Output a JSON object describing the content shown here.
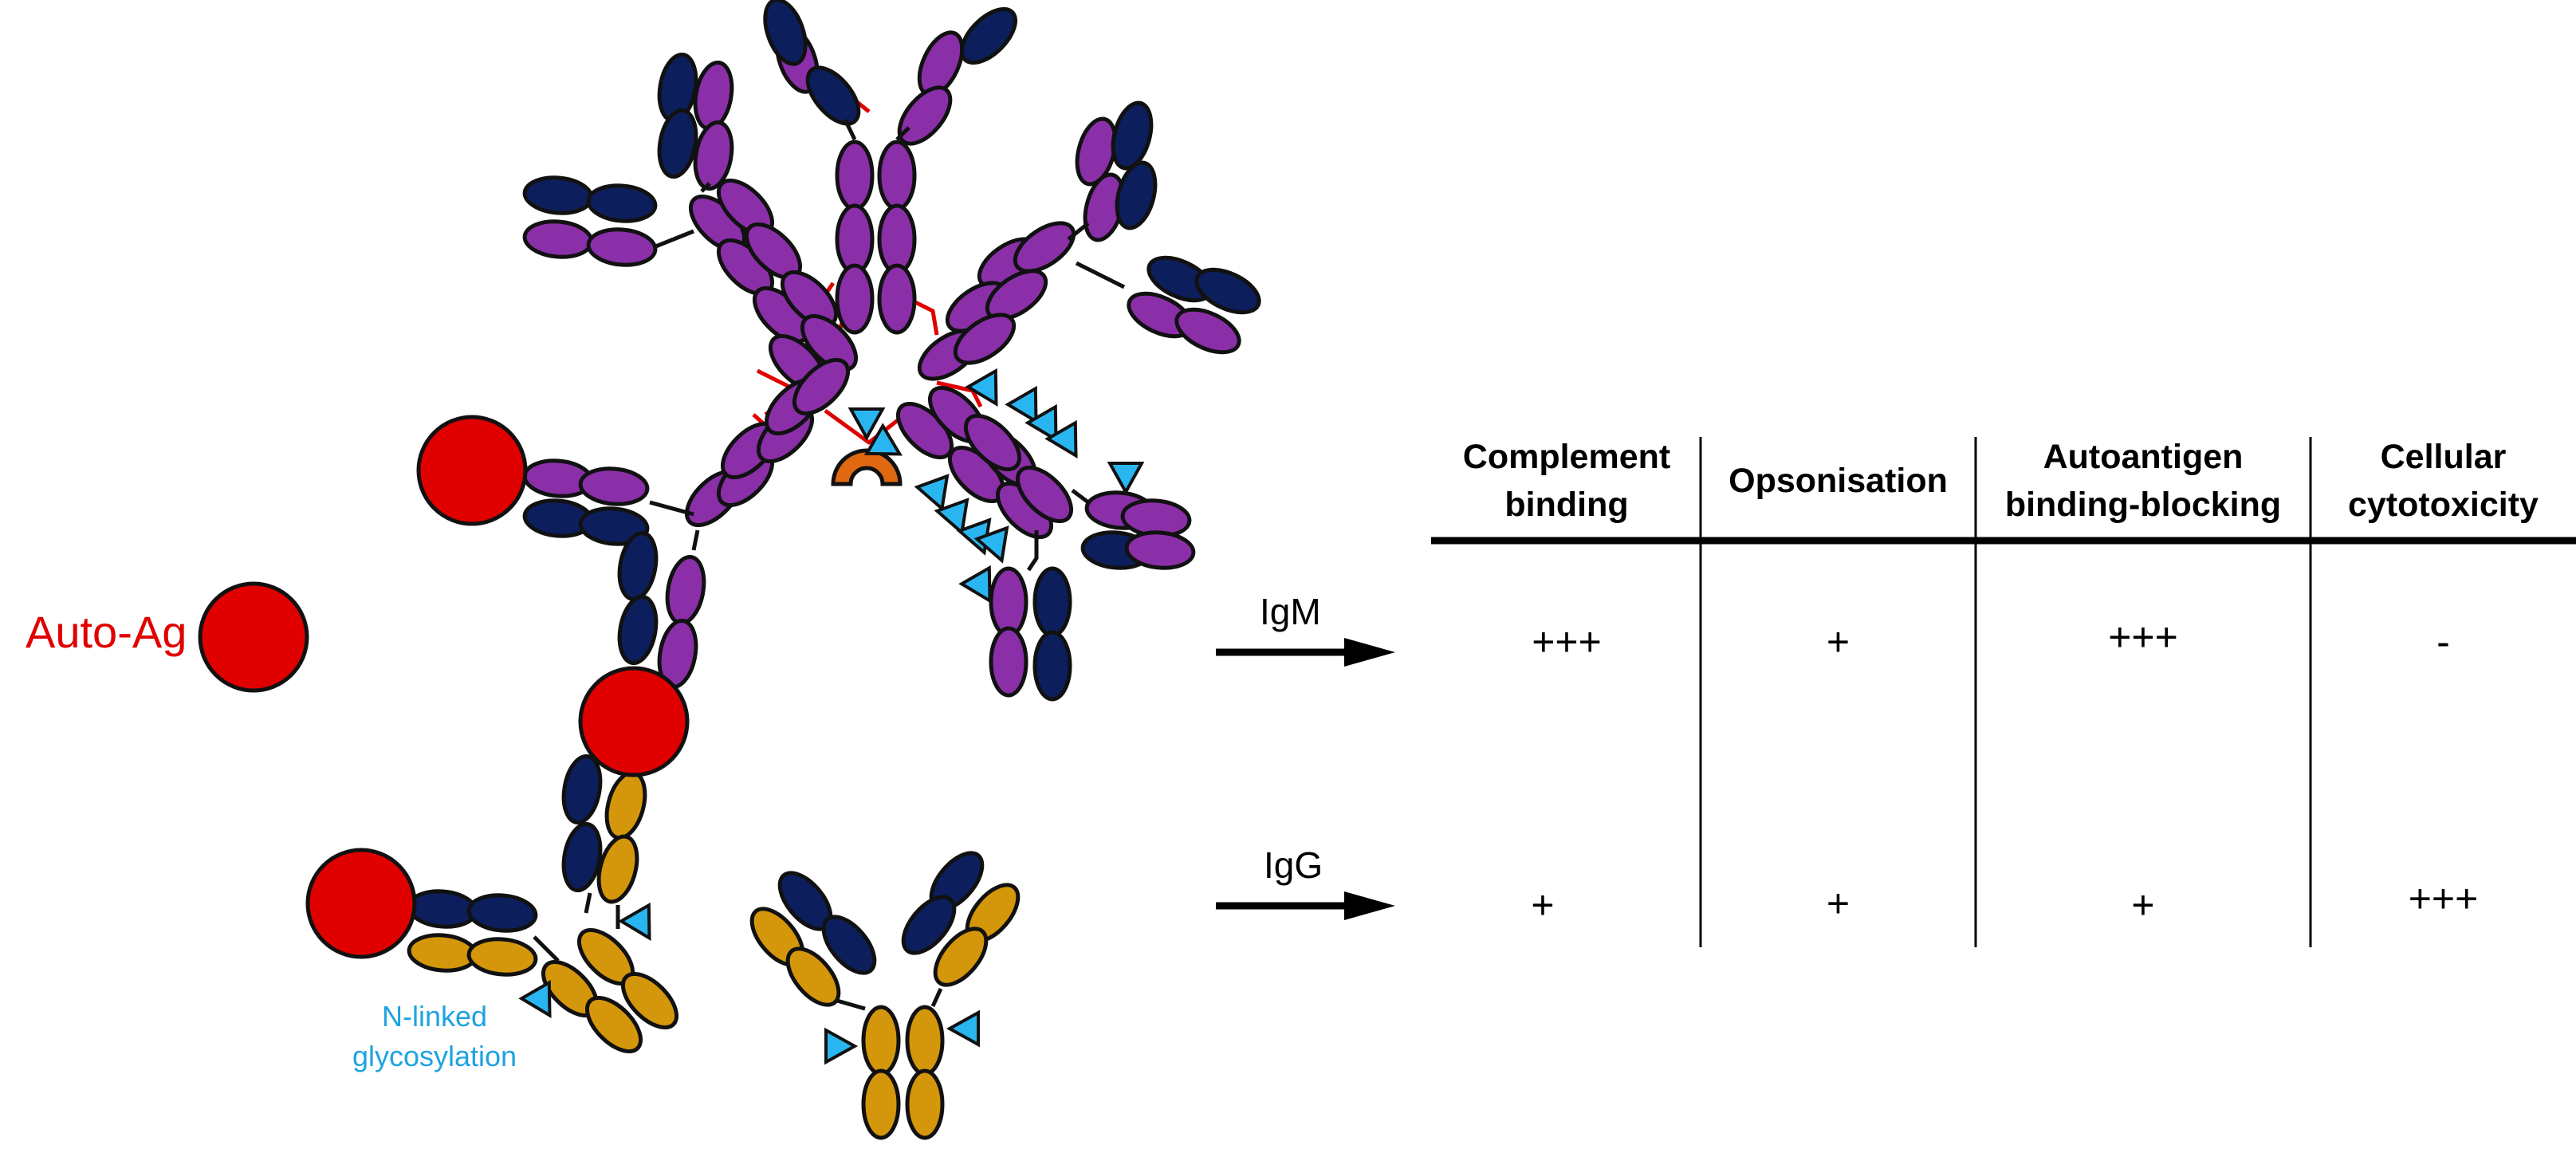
{
  "labels": {
    "auto_ag": "Auto-Ag",
    "glycosylation": "N-linked\nglycosylation"
  },
  "rows": [
    {
      "name": "IgM",
      "values": [
        "+++",
        "+",
        "+++",
        "-"
      ]
    },
    {
      "name": "IgG",
      "values": [
        "+",
        "+",
        "+",
        "+++"
      ]
    }
  ],
  "columns": [
    "Complement\nbinding",
    "Opsonisation",
    "Autoantigen\nbinding-blocking",
    "Cellular\ncytotoxicity"
  ],
  "colors": {
    "igm_constant": "#8a2fa8",
    "variable": "#0c1f5c",
    "igg_constant": "#d4960a",
    "antigen": "#e00000",
    "glycan": "#29b6f0",
    "j_chain": "#e06810",
    "disulfide": "#e00000"
  },
  "icons": {
    "antigen": "red-circle",
    "glycan": "blue-triangle",
    "arrow": "right-arrow",
    "j_chain": "orange-arc"
  }
}
